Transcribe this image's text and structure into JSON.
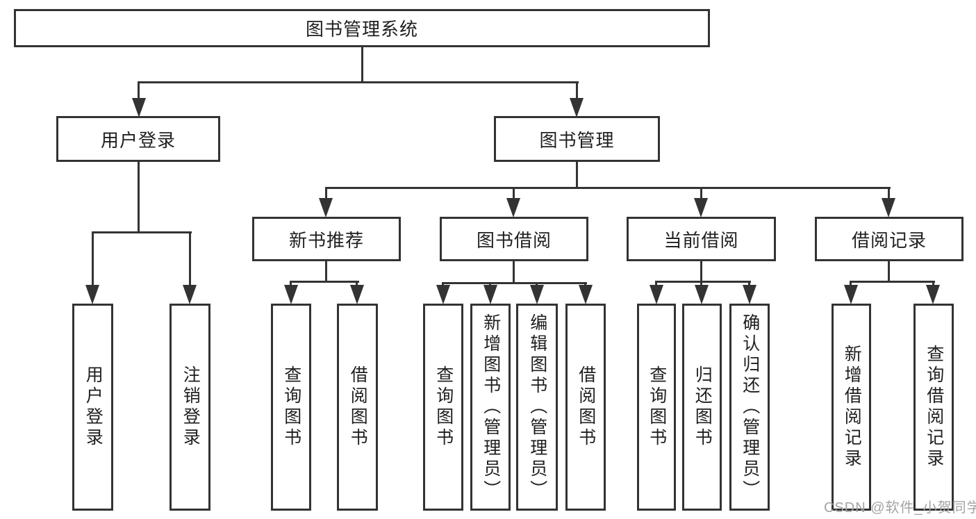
{
  "nodes": {
    "root": {
      "label": "图书管理系统"
    },
    "level2": [
      {
        "label": "用户登录"
      },
      {
        "label": "图书管理"
      }
    ],
    "level3": [
      {
        "label": "新书推荐"
      },
      {
        "label": "图书借阅"
      },
      {
        "label": "当前借阅"
      },
      {
        "label": "借阅记录"
      }
    ],
    "leaves": [
      {
        "label": "用户登录"
      },
      {
        "label": "注销登录"
      },
      {
        "label": "查询图书"
      },
      {
        "label": "借阅图书"
      },
      {
        "label": "查询图书"
      },
      {
        "label": "新增图书（管理员）"
      },
      {
        "label": "编辑图书（管理员）"
      },
      {
        "label": "借阅图书"
      },
      {
        "label": "查询图书"
      },
      {
        "label": "归还图书"
      },
      {
        "label": "确认归还（管理员）"
      },
      {
        "label": "新增借阅记录"
      },
      {
        "label": "查询借阅记录"
      }
    ]
  },
  "hierarchy": {
    "图书管理系统": [
      "用户登录",
      "图书管理"
    ],
    "用户登录": [
      "用户登录",
      "注销登录"
    ],
    "图书管理": [
      "新书推荐",
      "图书借阅",
      "当前借阅",
      "借阅记录"
    ],
    "新书推荐": [
      "查询图书",
      "借阅图书"
    ],
    "图书借阅": [
      "查询图书",
      "新增图书（管理员）",
      "编辑图书（管理员）",
      "借阅图书"
    ],
    "当前借阅": [
      "查询图书",
      "归还图书",
      "确认归还（管理员）"
    ],
    "借阅记录": [
      "新增借阅记录",
      "查询借阅记录"
    ]
  },
  "watermark": {
    "text": "CSDN @软件_小贺同学"
  },
  "colors": {
    "line": "#333333",
    "border": "#333333",
    "text": "#1f1f1f",
    "watermark": "#a3a3a3",
    "background": "#ffffff"
  }
}
